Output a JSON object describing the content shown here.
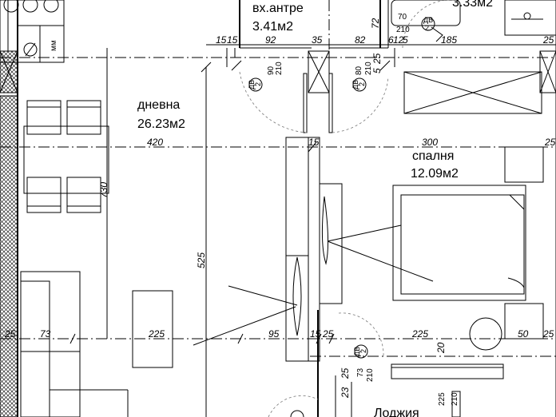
{
  "rooms": {
    "entrance": {
      "name": "вх.антре",
      "area": "3.41м2"
    },
    "bath": {
      "area": "3.33м2"
    },
    "living": {
      "name": "дневна",
      "area": "26.23м2"
    },
    "bedroom": {
      "name": "спалня",
      "area": "12.09м2"
    },
    "loggia": {
      "name": "Лоджия"
    }
  },
  "appliance": {
    "label": "мм"
  },
  "doors": {
    "d1": {
      "top": "90",
      "bottom": "210",
      "tag_top": "ДВ",
      "tag_bottom": "2"
    },
    "d2": {
      "top": "80",
      "bottom": "210",
      "tag_top": "ДВ",
      "tag_bottom": "2"
    },
    "d3": {
      "top": "70",
      "bottom": "210",
      "tag_top": "ДВ",
      "tag_bottom": "2"
    },
    "d4": {
      "top": "73",
      "bottom": "210",
      "tag_top": "ДВ",
      "tag_bottom": "2"
    },
    "d5": {
      "top": "225",
      "bottom": "210"
    }
  },
  "dimensions": {
    "top_row": [
      "15",
      "15",
      "92",
      "35",
      "82",
      "6",
      "12",
      "5",
      "185",
      "25"
    ],
    "mid_row": [
      "420",
      "15",
      "300",
      "25"
    ],
    "bottom_row": [
      "25",
      "73",
      "225",
      "95",
      "15",
      "25",
      "225",
      "50",
      "25"
    ],
    "vertical": [
      "730",
      "525",
      "72",
      "25",
      "5",
      "20",
      "25",
      "23"
    ]
  }
}
